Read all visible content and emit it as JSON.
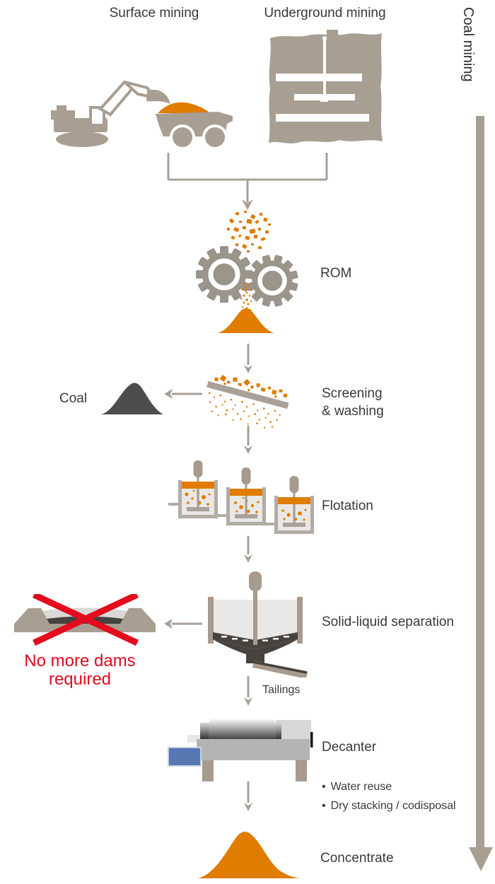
{
  "header": {
    "surface": "Surface mining",
    "underground": "Underground mining"
  },
  "axis": {
    "label": "Coal mining"
  },
  "rom": {
    "label": "ROM"
  },
  "screening": {
    "label": "Screening\n& washing",
    "coal_label": "Coal"
  },
  "flotation": {
    "label": "Flotation"
  },
  "separation": {
    "label": "Solid-liquid separation",
    "note": "No more dams\nrequired"
  },
  "tailings": {
    "label": "Tailings"
  },
  "decanter": {
    "label": "Decanter",
    "bullet": "•",
    "notes": [
      "Water reuse",
      "Dry stacking / codisposal"
    ]
  },
  "concentrate": {
    "label": "Concentrate"
  },
  "colors": {
    "orange": "#e07c00",
    "icon_gray": "#a89e92",
    "machine_gray": "#9b948b",
    "coal_dark": "#4d4d4d",
    "red": "#e30b1c",
    "blue": "#5577b2",
    "arrow_gray": "#a8a098",
    "text_dark": "#3a3a3a"
  }
}
